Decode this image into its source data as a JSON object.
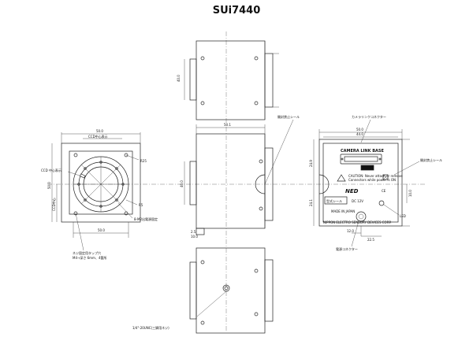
{
  "title": "SUi7440",
  "dims": {
    "front_w": "50.0",
    "front_ccd_off": "CCD中心表示",
    "front_h": "50.0",
    "front_ccd_h": "CCD中心",
    "front_bottom": "50.0",
    "front_r": "R25",
    "front_r2": "R5",
    "top_dim": "40.0",
    "side_w": "50.1",
    "side_h": "40.0",
    "side_b1": "2.5",
    "side_b2": "10.0",
    "rear_w": "50.0",
    "rear_w2": "44.0",
    "rear_h1": "24.9",
    "rear_h2": "24.1",
    "rear_h3": "10.0",
    "rear_b1": "12.0",
    "rear_b2": "22.5"
  },
  "labels": {
    "ccd_mark": "CCD 中心表示",
    "lens_mount": "8-M2出電源固定",
    "tripod_note1": "ネジ固定用タップ穴",
    "tripod_note2": "M4→深さ 6mm、4箇所",
    "tripod_screw": "1/4\"-20UNC(三脚用ネジ)",
    "camera_link_conn": "カメラリンクコネクター",
    "seal_left": "開封禁止シール",
    "seal_right": "開封禁止シール",
    "power_conn": "電源コネクター",
    "led": "LED",
    "camera_link_base": "CAMERA LINK BASE",
    "caution_1": "CAUTION: Never attach or remove",
    "caution_2": "Connectors while power is ON",
    "brand": "NED",
    "model_seal": "型式シール",
    "dc": "DC 12V",
    "made_in": "MADE IN JAPAN",
    "maker": "NIPPON ELECTRO SENSORY DEVICES CORP."
  }
}
